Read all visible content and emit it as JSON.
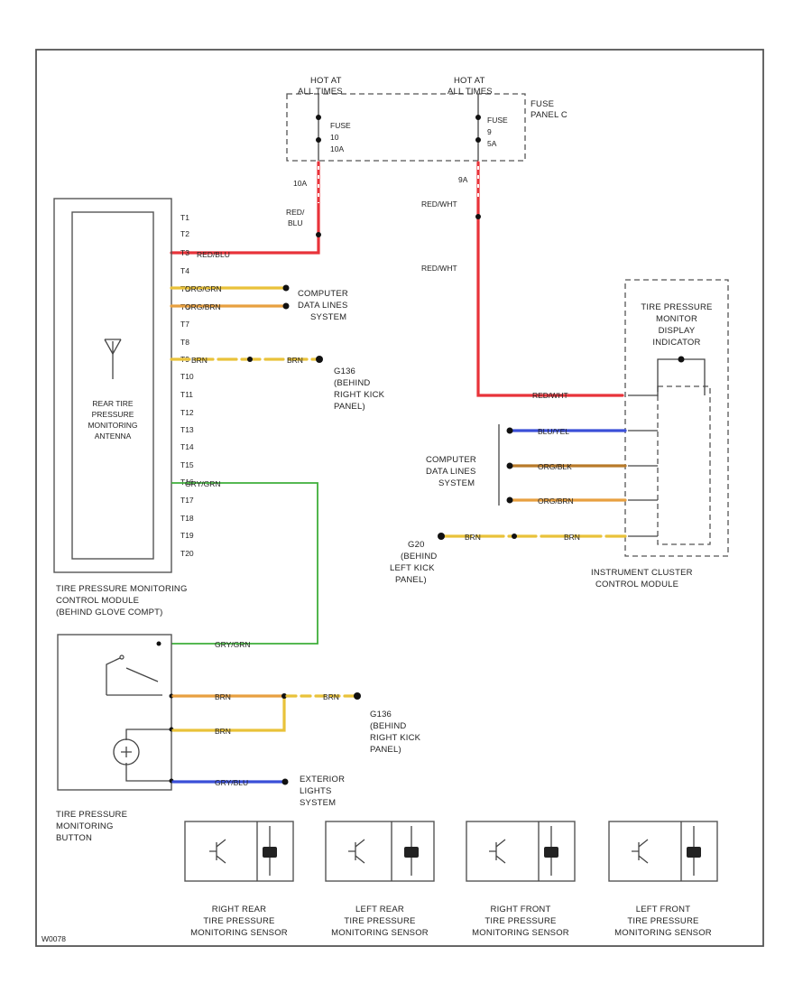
{
  "colors": {
    "red": "#e8333a",
    "yellow": "#e9c23a",
    "orange": "#e8a040",
    "green": "#3fae3a",
    "blue": "#3a4fd8",
    "brown": "#b87a2a",
    "frame": "#555555"
  },
  "power": {
    "hot1_line1": "HOT AT",
    "hot1_line2": "ALL TIMES",
    "hot2_line1": "HOT AT",
    "hot2_line2": "ALL TIMES",
    "fuse_panel_line1": "FUSE",
    "fuse_panel_line2": "PANEL C",
    "fuse1_line1": "FUSE",
    "fuse1_line2": "10",
    "fuse1_line3": "10A",
    "fuse2_line1": "FUSE",
    "fuse2_line2": "9",
    "fuse2_line3": "5A",
    "pin1": "10A",
    "pin2": "9A",
    "wire1_line1": "RED/",
    "wire1_line2": "BLU",
    "wire2": "RED/WHT",
    "wire3": "RED/WHT"
  },
  "tpms_module": {
    "antenna_line1": "REAR TIRE",
    "antenna_line2": "PRESSURE",
    "antenna_line3": "MONITORING",
    "antenna_line4": "ANTENNA",
    "pins": [
      "T1",
      "T2",
      "T3",
      "T4",
      "T5",
      "T6",
      "T7",
      "T8",
      "T9",
      "T10",
      "T11",
      "T12",
      "T13",
      "T14",
      "T15",
      "T16",
      "T17",
      "T18",
      "T19",
      "T20"
    ],
    "wire_red": "RED/BLU",
    "wire_can1": "ORG/GRN",
    "wire_can2": "ORG/BRN",
    "wire_brn1": "BRN",
    "wire_brn2": "BRN",
    "wire_grn": "GRY/GRN",
    "comp_line1": "COMPUTER",
    "comp_line2": "DATA LINES",
    "comp_line3": "SYSTEM",
    "g_line1": "G136",
    "g_line2": "(BEHIND",
    "g_line3": "RIGHT KICK",
    "g_line4": "PANEL)",
    "title_line1": "TIRE PRESSURE MONITORING",
    "title_line2": "CONTROL MODULE",
    "title_line3": "(BEHIND GLOVE COMPT)"
  },
  "cluster": {
    "lamp_line1": "TIRE PRESSURE",
    "lamp_line2": "MONITOR",
    "lamp_line3": "DISPLAY",
    "lamp_line4": "INDICATOR",
    "wire_red": "RED/WHT",
    "wire_blu": "BLU/YEL",
    "wire_can1": "ORG/BLK",
    "wire_can2": "ORG/BRN",
    "wire_brn1": "BRN",
    "wire_brn2": "BRN",
    "comp_line1": "COMPUTER",
    "comp_line2": "DATA LINES",
    "comp_line3": "SYSTEM",
    "g_line1": "G20",
    "g_line2": "(BEHIND",
    "g_line3": "LEFT KICK",
    "g_line4": "PANEL)",
    "title_line1": "INSTRUMENT CLUSTER",
    "title_line2": "CONTROL MODULE"
  },
  "button": {
    "wire_grn": "GRY/GRN",
    "wire_brn1": "BRN",
    "wire_brn2": "BRN",
    "wire_brn3": "BRN",
    "wire_blu": "GRY/BLU",
    "g_line1": "G136",
    "g_line2": "(BEHIND",
    "g_line3": "RIGHT KICK",
    "g_line4": "PANEL)",
    "ext_line1": "EXTERIOR",
    "ext_line2": "LIGHTS",
    "ext_line3": "SYSTEM",
    "title_line1": "TIRE PRESSURE",
    "title_line2": "MONITORING",
    "title_line3": "BUTTON"
  },
  "sensors": [
    {
      "line1": "RIGHT REAR",
      "line2": "TIRE PRESSURE",
      "line3": "MONITORING SENSOR"
    },
    {
      "line1": "LEFT REAR",
      "line2": "TIRE PRESSURE",
      "line3": "MONITORING SENSOR"
    },
    {
      "line1": "RIGHT FRONT",
      "line2": "TIRE PRESSURE",
      "line3": "MONITORING SENSOR"
    },
    {
      "line1": "LEFT FRONT",
      "line2": "TIRE PRESSURE",
      "line3": "MONITORING SENSOR"
    }
  ],
  "footer_code": "W0078"
}
